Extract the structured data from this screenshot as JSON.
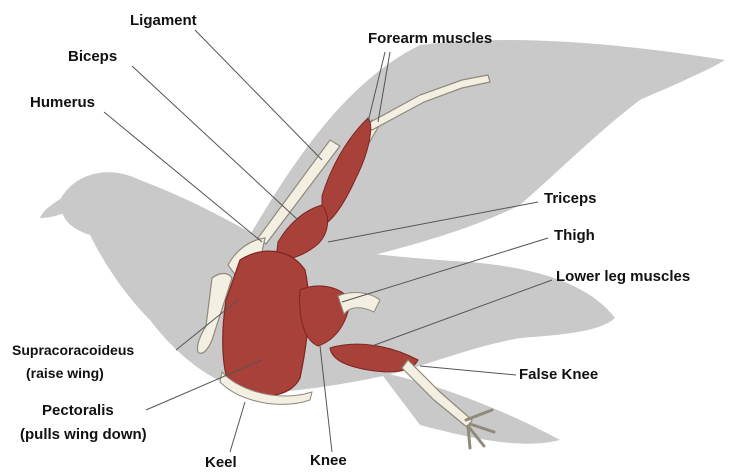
{
  "labels": {
    "ligament": "Ligament",
    "forearm_muscles": "Forearm muscles",
    "biceps": "Biceps",
    "humerus": "Humerus",
    "triceps": "Triceps",
    "thigh": "Thigh",
    "lower_leg_muscles": "Lower leg muscles",
    "supracoracoideus_line1": "Supracoracoideus",
    "supracoracoideus_line2": "(raise wing)",
    "pectoralis_line1": "Pectoralis",
    "pectoralis_line2": "(pulls wing down)",
    "false_knee": "False Knee",
    "keel": "Keel",
    "knee": "Knee"
  },
  "colors": {
    "silhouette": "#c9c9c9",
    "muscle": "#a8413a",
    "muscle_dark": "#7e2620",
    "bone": "#f3efe2",
    "bone_outline": "#8f8a7a",
    "leader_line": "#555555"
  }
}
